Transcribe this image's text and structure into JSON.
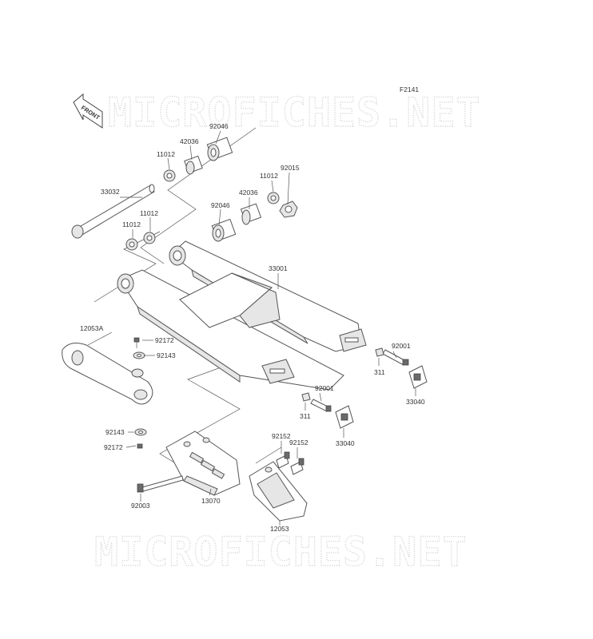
{
  "figure_code": "F2141",
  "watermark_text": "MICROFICHES.NET",
  "front_label": "FRONT",
  "callouts": {
    "c92046_top": "92046",
    "c42036_top": "42036",
    "c11012_top": "11012",
    "c33032": "33032",
    "c11012_right": "11012",
    "c92015": "92015",
    "c42036_mid": "42036",
    "c92046_mid": "92046",
    "c11012_left_a": "11012",
    "c11012_left_b": "11012",
    "c33001": "33001",
    "c12053A": "12053A",
    "c92172_top": "92172",
    "c92143_top": "92143",
    "c92001_right": "92001",
    "c311_right": "311",
    "c33040_right": "33040",
    "c92001_mid": "92001",
    "c311_mid": "311",
    "c33040_mid": "33040",
    "c92152_a": "92152",
    "c92152_b": "92152",
    "c92143_bottom": "92143",
    "c92172_bottom": "92172",
    "c92003": "92003",
    "c13070": "13070",
    "c12053": "12053"
  }
}
